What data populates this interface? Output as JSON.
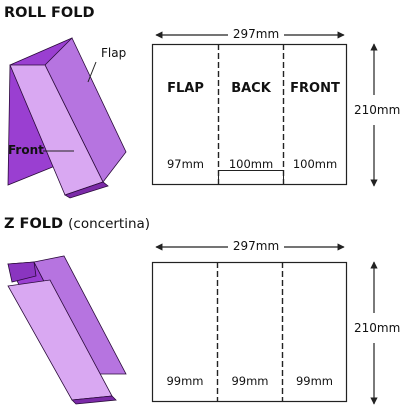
{
  "roll_fold": {
    "title": "ROLL FOLD",
    "callouts": {
      "flap": "Flap",
      "front": "Front"
    },
    "total_width": "297mm",
    "height": "210mm",
    "panels": [
      {
        "label": "FLAP",
        "width": "97mm"
      },
      {
        "label": "BACK",
        "width": "100mm"
      },
      {
        "label": "FRONT",
        "width": "100mm"
      }
    ]
  },
  "z_fold": {
    "title": "Z FOLD",
    "title_paren": "(concertina)",
    "total_width": "297mm",
    "height": "210mm",
    "panels": [
      {
        "width": "99mm"
      },
      {
        "width": "99mm"
      },
      {
        "width": "99mm"
      }
    ]
  },
  "colors": {
    "panel_light": "#d9a8f2",
    "panel_mid": "#c68be6",
    "panel_dark": "#9a3fd1",
    "outline": "#222222"
  }
}
